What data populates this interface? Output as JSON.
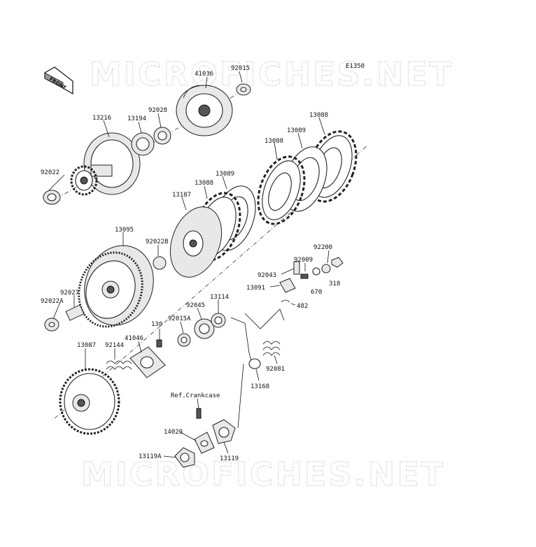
{
  "watermark": {
    "text": "MICROFICHES.NET"
  },
  "diagram_code": "E1350",
  "front_marker": "FRONT",
  "reference_note": "Ref.Crankcase",
  "parts": [
    {
      "id": "41036",
      "label": "41036"
    },
    {
      "id": "92015",
      "label": "92015"
    },
    {
      "id": "13216",
      "label": "13216"
    },
    {
      "id": "13194",
      "label": "13194"
    },
    {
      "id": "92028",
      "label": "92028"
    },
    {
      "id": "13088a",
      "label": "13088"
    },
    {
      "id": "13089a",
      "label": "13089"
    },
    {
      "id": "13088b",
      "label": "13088"
    },
    {
      "id": "92022",
      "label": "92022"
    },
    {
      "id": "13089b",
      "label": "13089"
    },
    {
      "id": "13088c",
      "label": "13088"
    },
    {
      "id": "13187",
      "label": "13187"
    },
    {
      "id": "13095",
      "label": "13095"
    },
    {
      "id": "92022B",
      "label": "92022B"
    },
    {
      "id": "92200",
      "label": "92200"
    },
    {
      "id": "92009",
      "label": "92009"
    },
    {
      "id": "92043",
      "label": "92043"
    },
    {
      "id": "670",
      "label": "670"
    },
    {
      "id": "318",
      "label": "318"
    },
    {
      "id": "13091",
      "label": "13091"
    },
    {
      "id": "92027",
      "label": "92027"
    },
    {
      "id": "92022A",
      "label": "92022A"
    },
    {
      "id": "13114",
      "label": "13114"
    },
    {
      "id": "482",
      "label": "482"
    },
    {
      "id": "92045",
      "label": "92045"
    },
    {
      "id": "130",
      "label": "130"
    },
    {
      "id": "92015A",
      "label": "92015A"
    },
    {
      "id": "41046",
      "label": "41046"
    },
    {
      "id": "13087",
      "label": "13087"
    },
    {
      "id": "92144",
      "label": "92144"
    },
    {
      "id": "92081",
      "label": "92081"
    },
    {
      "id": "13168",
      "label": "13168"
    },
    {
      "id": "14020",
      "label": "14020"
    },
    {
      "id": "13119A",
      "label": "13119A"
    },
    {
      "id": "13119",
      "label": "13119"
    }
  ]
}
